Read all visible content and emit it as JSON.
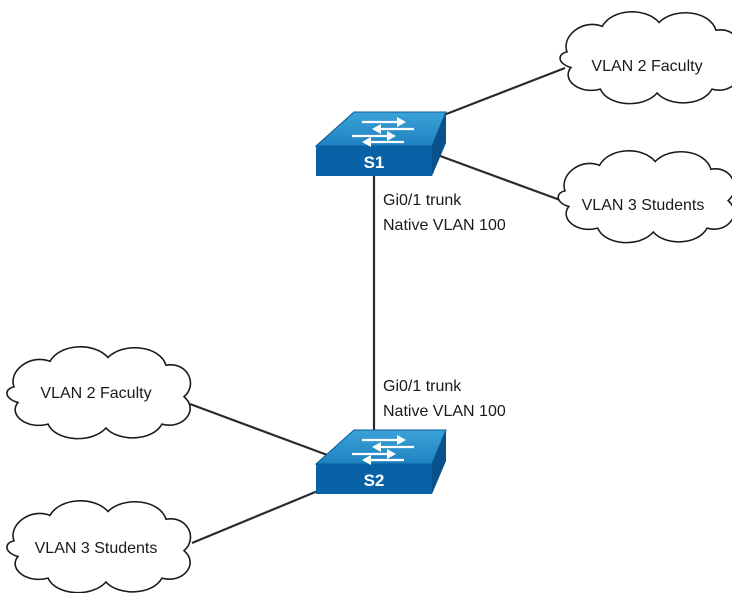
{
  "switches": {
    "s1": {
      "label": "S1"
    },
    "s2": {
      "label": "S2"
    }
  },
  "clouds": {
    "s1_faculty": "VLAN 2 Faculty",
    "s1_students": "VLAN 3 Students",
    "s2_faculty": "VLAN 2 Faculty",
    "s2_students": "VLAN 3 Students"
  },
  "trunk": {
    "s1": {
      "port": "Gi0/1 trunk",
      "native": "Native VLAN 100"
    },
    "s2": {
      "port": "Gi0/1 trunk",
      "native": "Native VLAN 100"
    }
  },
  "colors": {
    "switch_top": "#2a90c9",
    "switch_front": "#0a62a6",
    "switch_side": "#08518a",
    "line": "#2b2b2b"
  }
}
